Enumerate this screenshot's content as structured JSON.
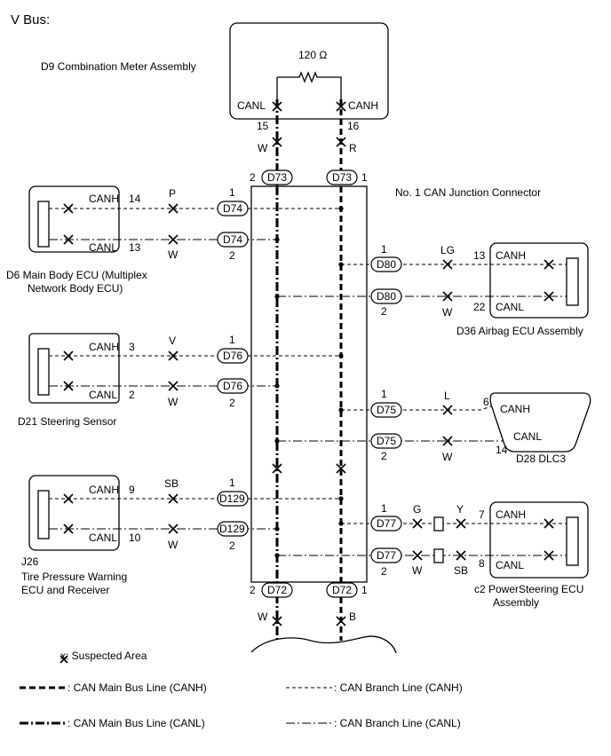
{
  "title": "V Bus:",
  "resistor": "120 Ω",
  "junction": "No. 1 CAN Junction Connector",
  "components": {
    "d9": "D9  Combination Meter Assembly",
    "d6_line1": "D6 Main Body ECU (Multiplex",
    "d6_line2": "Network Body ECU)",
    "d21": "D21  Steering Sensor",
    "j26_line1": "J26",
    "j26_line2": "Tire Pressure Warning",
    "j26_line3": "ECU and Receiver",
    "d36": "D36  Airbag ECU Assembly",
    "d28": "D28  DLC3",
    "c2_line1": "c2  PowerSteering ECU",
    "c2_line2": "Assembly"
  },
  "canh": "CANH",
  "canl": "CANL",
  "connectors": {
    "d73": "D73",
    "d72": "D72",
    "d74": "D74",
    "d76": "D76",
    "d129": "D129",
    "d80": "D80",
    "d75": "D75",
    "d77": "D77"
  },
  "pins": {
    "d9_canl": "15",
    "d9_canh": "16",
    "d73_l": "2",
    "d73_r": "1",
    "d72_l": "2",
    "d72_r": "1",
    "d6_canh": "14",
    "d6_canl": "13",
    "d21_canh": "3",
    "d21_canl": "2",
    "j26_canh": "9",
    "j26_canl": "10",
    "d36_canh": "13",
    "d36_canl": "22",
    "d28_canh": "6",
    "d28_canl": "14",
    "c2_canh": "7",
    "c2_canl": "8",
    "one": "1",
    "two": "2"
  },
  "wires": {
    "top_w": "W",
    "top_r": "R",
    "bot_w": "W",
    "bot_b": "B",
    "d6_h": "P",
    "d6_l": "W",
    "d21_h": "V",
    "d21_l": "W",
    "j26_h": "SB",
    "j26_l": "W",
    "d36_h": "LG",
    "d36_l": "W",
    "d28_h": "L",
    "d28_l": "W",
    "c2_h1": "G",
    "c2_h2": "Y",
    "c2_l1": "W",
    "c2_l2": "SB"
  },
  "legend": {
    "suspected": "x: Suspected Area",
    "main_canh": ": CAN Main Bus Line (CANH)",
    "main_canl": ": CAN Main Bus Line (CANL)",
    "branch_canh": ": CAN Branch Line (CANH)",
    "branch_canl": ": CAN Branch Line (CANL)"
  }
}
